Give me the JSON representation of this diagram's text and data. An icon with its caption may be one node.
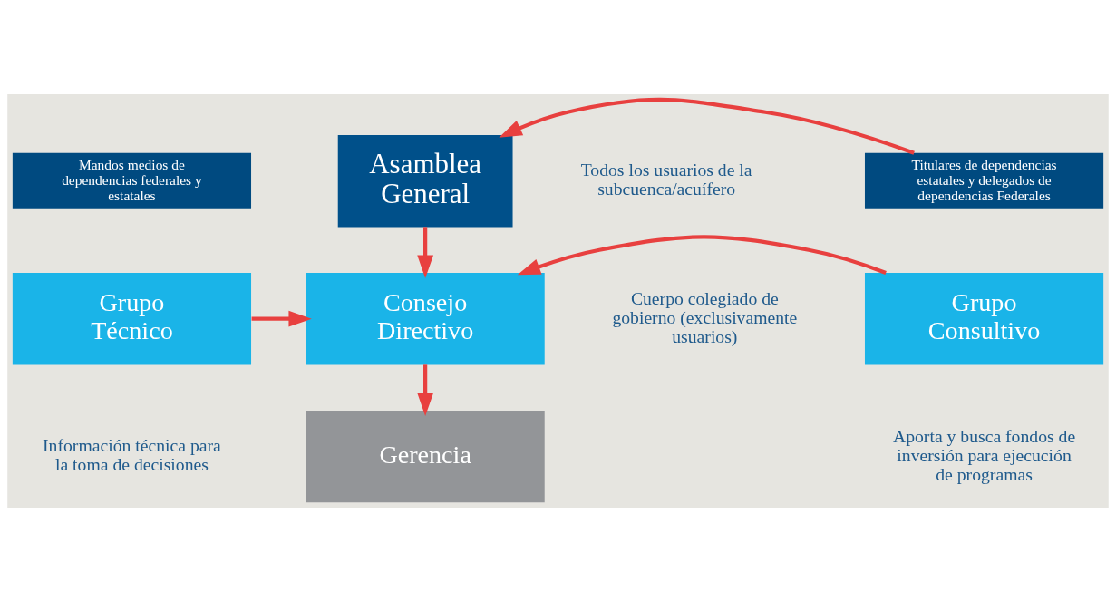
{
  "diagram": {
    "nodes": [
      {
        "text": [
          "Asamblea General"
        ],
        "beside": [
          "Todos los usuarios de la subcuenca/acuífero"
        ]
      },
      {
        "text": [
          "Mandos medios de dependencias federales y estatales"
        ]
      },
      {
        "text": [
          "Titulares de dependencias estatales y delegados de dependencias Federales"
        ]
      },
      {
        "text": [
          "Grupo Técnico"
        ],
        "beside": [
          "Información técnica para la toma de decisiones"
        ]
      },
      {
        "text": [
          "Consejo Directivo"
        ],
        "beside": [
          "Cuerpo colegiado de gobierno (exclusivamente usuarios)"
        ]
      },
      {
        "text": [
          "Grupo Consultivo"
        ],
        "beside": [
          "Aporta y busca fondos de inversión para ejecución de programas"
        ]
      },
      {
        "text": [
          "Gerencia"
        ]
      }
    ],
    "edges": [
      {
        "from": 0,
        "to": 4,
        "arrow": "to"
      },
      {
        "from": 2,
        "to": 0,
        "arrow": "to"
      },
      {
        "from": 3,
        "to": 4,
        "arrow": "to"
      },
      {
        "from": 5,
        "to": 4,
        "arrow": "to"
      },
      {
        "from": 4,
        "to": 6,
        "arrow": "to"
      }
    ]
  }
}
